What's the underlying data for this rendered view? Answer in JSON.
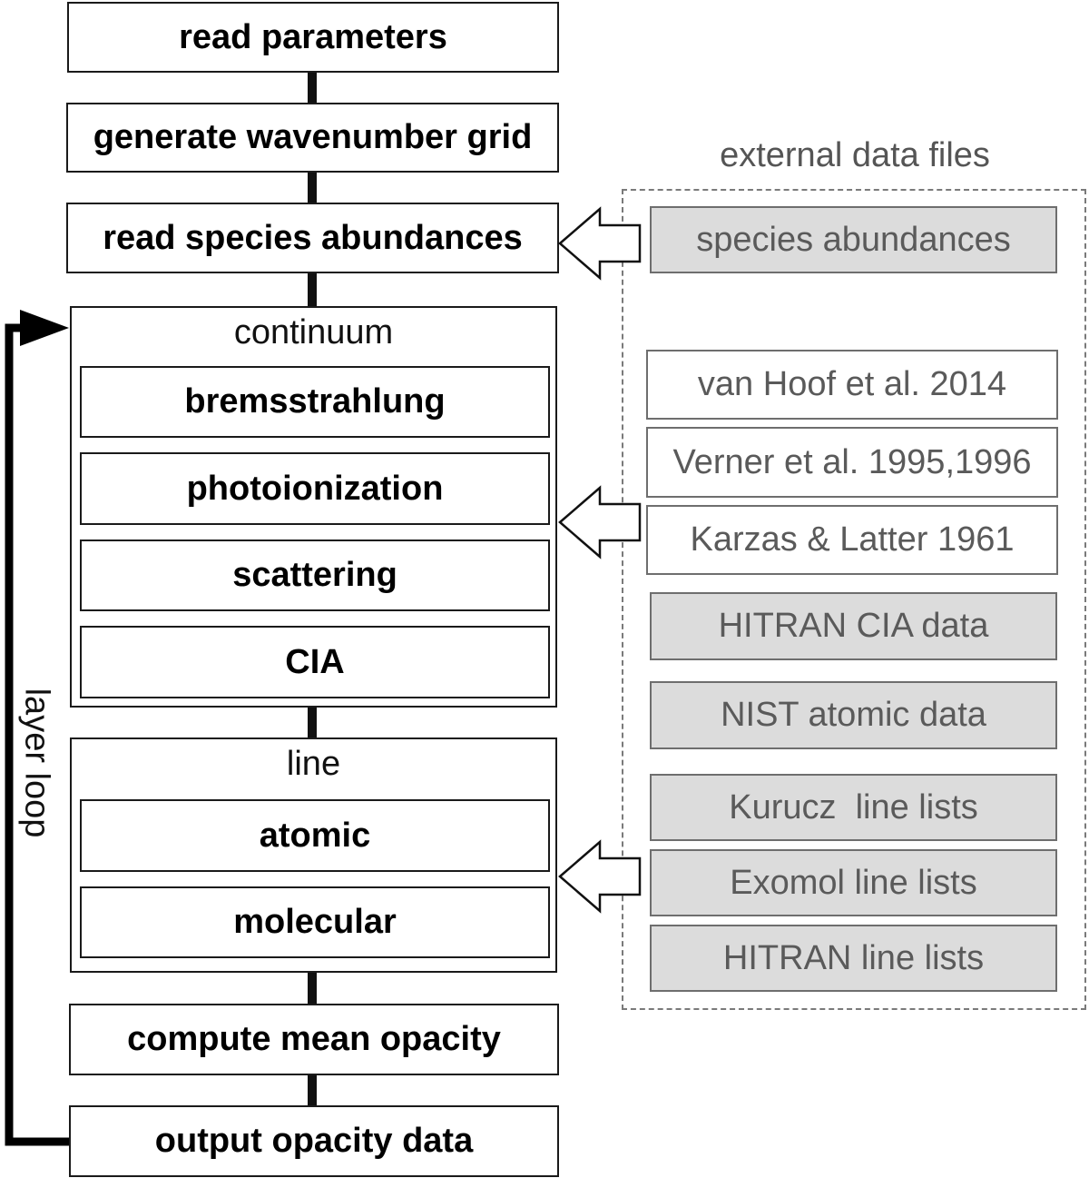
{
  "main_steps": {
    "read_parameters": "read parameters",
    "generate_grid": "generate wavenumber grid",
    "read_abundances": "read species abundances",
    "compute_mean": "compute mean opacity",
    "output": "output opacity data"
  },
  "continuum": {
    "label": "continuum",
    "items": [
      "bremsstrahlung",
      "photoionization",
      "scattering",
      "CIA"
    ]
  },
  "line": {
    "label": "line",
    "items": [
      "atomic",
      "molecular"
    ]
  },
  "loop_label": "layer loop",
  "external": {
    "title": "external data files",
    "species": "species abundances",
    "continuum_sources": [
      "van Hoof et al. 2014",
      "Verner et al. 1995,1996",
      "Karzas & Latter 1961"
    ],
    "cia_source": "HITRAN CIA data",
    "nist": "NIST atomic data",
    "line_lists": [
      "Kurucz  line lists",
      "Exomol line lists",
      "HITRAN line lists"
    ]
  }
}
